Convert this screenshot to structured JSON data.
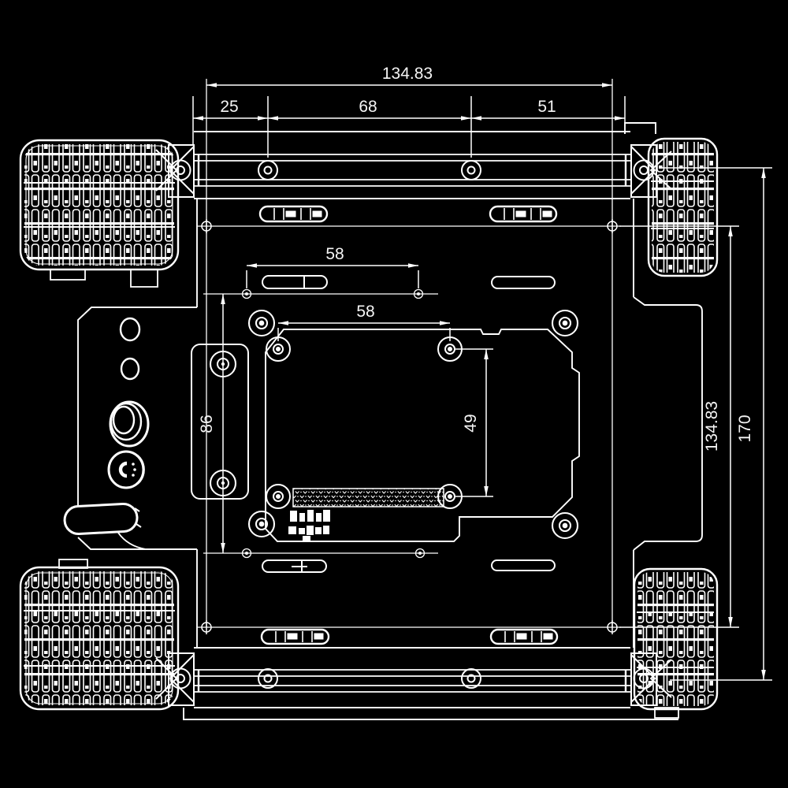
{
  "drawing": {
    "type": "engineering-drawing",
    "subject": "tracked-robot-chassis-top-view",
    "background_color": "#000000",
    "line_color": "#ffffff",
    "dimensions": {
      "top_total": "134.83",
      "top_seg1": "25",
      "top_seg2": "68",
      "top_seg3": "51",
      "slot_span": "58",
      "hole_span": "58",
      "left_vertical": "86",
      "hole_height": "49",
      "right_inner_vertical": "134.83",
      "right_overall": "170"
    }
  }
}
